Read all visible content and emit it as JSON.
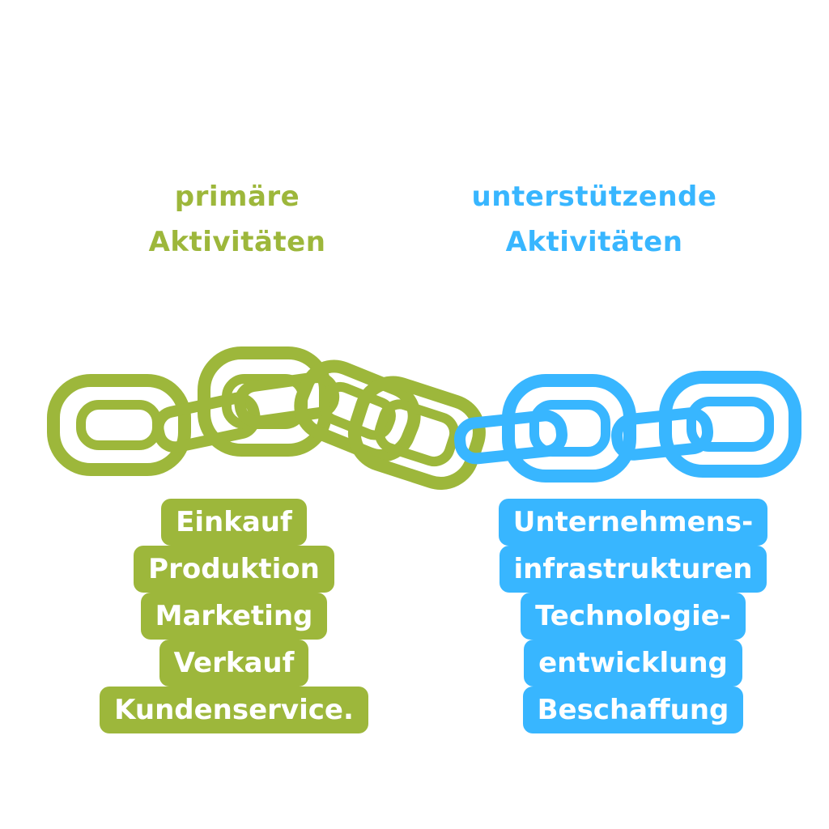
{
  "colors": {
    "primary": "#9db73b",
    "support": "#38b6ff",
    "background": "#ffffff"
  },
  "headings": {
    "primary": [
      "primäre",
      "Aktivitäten"
    ],
    "support": [
      "unterstützende",
      "Aktivitäten"
    ]
  },
  "chain": {
    "icon": "chain-links-icon",
    "primary_links": 4,
    "support_links": 3
  },
  "boxes": {
    "primary": [
      "Einkauf",
      "Produktion",
      "Marketing",
      "Verkauf",
      "Kundenservice."
    ],
    "support": [
      "Unternehmens-",
      "infrastrukturen",
      "Technologie-",
      "entwicklung",
      "Beschaffung"
    ]
  }
}
